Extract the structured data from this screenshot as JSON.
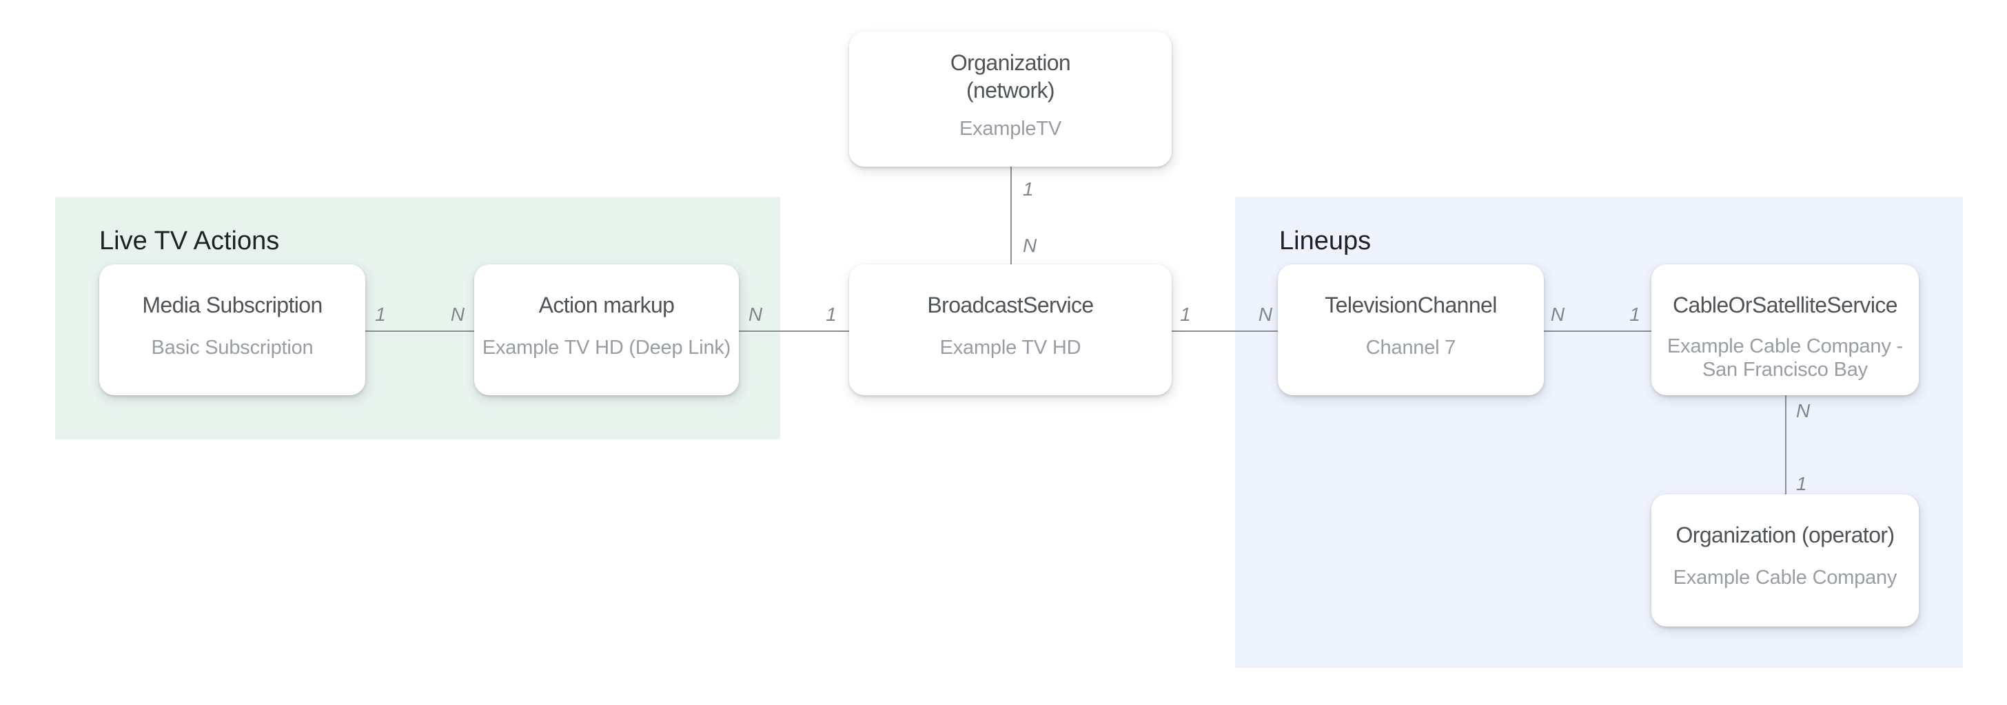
{
  "groups": [
    {
      "id": "live-tv-actions",
      "label": "Live TV Actions"
    },
    {
      "id": "lineups",
      "label": "Lineups"
    }
  ],
  "nodes": [
    {
      "id": "organization-network",
      "title_lines": [
        "Organization",
        "(network)"
      ],
      "subtitle": "ExampleTV"
    },
    {
      "id": "media-subscription",
      "title": "Media Subscription",
      "subtitle": "Basic Subscription"
    },
    {
      "id": "action-markup",
      "title": "Action markup",
      "subtitle": "Example TV HD (Deep Link)"
    },
    {
      "id": "broadcast-service",
      "title": "BroadcastService",
      "subtitle": "Example TV HD"
    },
    {
      "id": "television-channel",
      "title": "TelevisionChannel",
      "subtitle": "Channel 7"
    },
    {
      "id": "cable-or-satellite-service",
      "title": "CableOrSatelliteService",
      "subtitle_lines": [
        "Example Cable Company -",
        "San Francisco Bay"
      ]
    },
    {
      "id": "organization-operator",
      "title": "Organization (operator)",
      "subtitle": "Example Cable Company"
    }
  ],
  "edges": {
    "horizontal_labels": [
      "1",
      "N",
      "N",
      "1",
      "1",
      "N",
      "N",
      "1"
    ],
    "network_to_broadcast_labels": [
      "1",
      "N"
    ],
    "cable_to_operator_labels": [
      "N",
      "1"
    ]
  },
  "colors": {
    "live_tv_actions_bg": "#e9f3ee",
    "lineups_bg": "#eef3fe",
    "connector_line": "#8a9096",
    "cardinality_label": "#7f868c",
    "node_bg": "#ffffff",
    "node_title": "#4e5358",
    "node_subtitle": "#979da3",
    "group_heading": "#202124",
    "page_bg": "#ffffff"
  }
}
